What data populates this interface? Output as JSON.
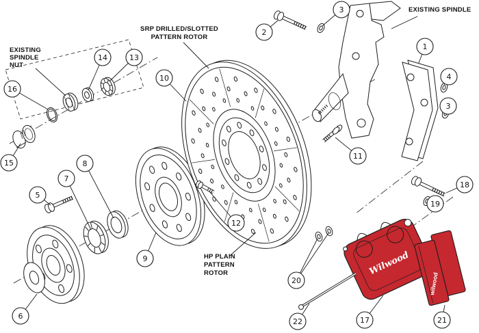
{
  "labels": {
    "existing_spindle_nut": [
      "EXISTING",
      "SPINDLE",
      "NUT"
    ],
    "srp_rotor": [
      "SRP DRILLED/SLOTTED",
      "PATTERN ROTOR"
    ],
    "existing_spindle": "EXISTING SPINDLE",
    "hp_rotor": [
      "HP PLAIN",
      "PATTERN",
      "ROTOR"
    ]
  },
  "branding": {
    "caliper": "Wilwood",
    "pad": "wilwood"
  },
  "colors": {
    "line": "#1c1c1c",
    "caliper_red": "#c5282f",
    "pad_red": "#c5282f",
    "background": "#ffffff"
  },
  "callouts": [
    {
      "number": "2"
    },
    {
      "number": "3"
    },
    {
      "number": "1"
    },
    {
      "number": "4"
    },
    {
      "number": "3"
    },
    {
      "number": "14"
    },
    {
      "number": "13"
    },
    {
      "number": "16"
    },
    {
      "number": "10"
    },
    {
      "number": "15"
    },
    {
      "number": "11"
    },
    {
      "number": "5"
    },
    {
      "number": "7"
    },
    {
      "number": "8"
    },
    {
      "number": "12"
    },
    {
      "number": "9"
    },
    {
      "number": "6"
    },
    {
      "number": "18"
    },
    {
      "number": "19"
    },
    {
      "number": "20"
    },
    {
      "number": "22"
    },
    {
      "number": "17"
    },
    {
      "number": "21"
    }
  ]
}
